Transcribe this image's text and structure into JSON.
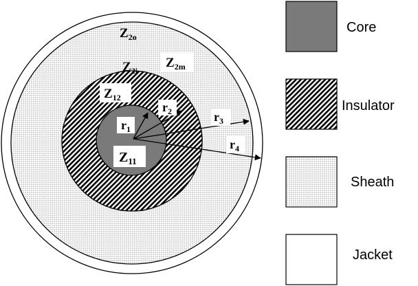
{
  "colors": {
    "core": "#7a7a7a",
    "outline": "#000000",
    "label_background": "#ffffff",
    "insulator_hatch": "#000000",
    "sheath_dots": "#555555"
  },
  "zones": {
    "z2o": {
      "base": "Z",
      "sub": "2o"
    },
    "z2m": {
      "base": "Z",
      "sub": "2m"
    },
    "z2i": {
      "base": "Z",
      "sub": "2i"
    },
    "z12": {
      "base": "Z",
      "sub": "12"
    },
    "z11": {
      "base": "Z",
      "sub": "11"
    }
  },
  "radii": {
    "r1": {
      "base": "r",
      "sub": "1"
    },
    "r2": {
      "base": "r",
      "sub": "2"
    },
    "r3": {
      "base": "r",
      "sub": "3"
    },
    "r4": {
      "base": "r",
      "sub": "4"
    }
  },
  "legend": [
    {
      "key": "core",
      "label": "Core"
    },
    {
      "key": "insulator",
      "label": "Insulator"
    },
    {
      "key": "sheath",
      "label": "Sheath"
    },
    {
      "key": "jacket",
      "label": "Jacket"
    }
  ]
}
